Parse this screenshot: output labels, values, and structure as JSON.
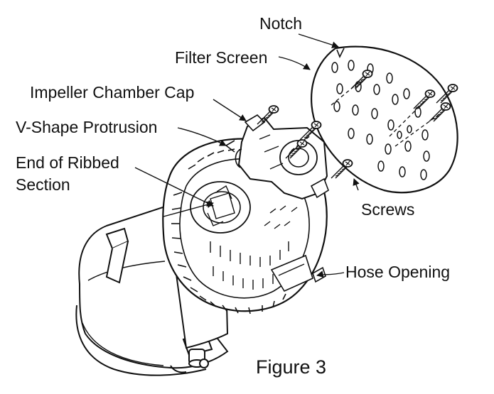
{
  "labels": {
    "notch": "Notch",
    "filter_screen": "Filter Screen",
    "impeller_chamber_cap": "Impeller Chamber Cap",
    "v_shape_protrusion": "V-Shape Protrusion",
    "end_of_ribbed_section_line1": "End of Ribbed",
    "end_of_ribbed_section_line2": "Section",
    "screws": "Screws",
    "hose_opening": "Hose Opening"
  },
  "caption": "Figure 3",
  "colors": {
    "line": "#111111",
    "fill": "#ffffff"
  }
}
